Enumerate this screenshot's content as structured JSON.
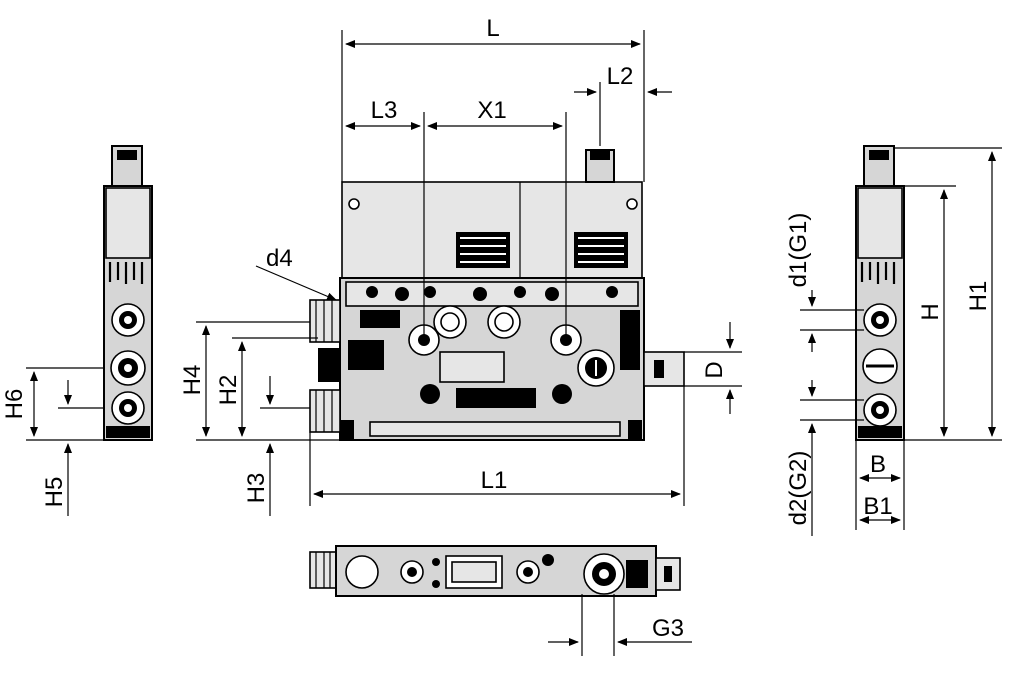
{
  "labels": {
    "L": "L",
    "L1": "L1",
    "L2": "L2",
    "L3": "L3",
    "X1": "X1",
    "d4": "d4",
    "D": "D",
    "H": "H",
    "H1": "H1",
    "H2": "H2",
    "H3": "H3",
    "H4": "H4",
    "H5": "H5",
    "H6": "H6",
    "d1G1": "d1(G1)",
    "d2G2": "d2(G2)",
    "B": "B",
    "B1": "B1",
    "G3": "G3"
  }
}
